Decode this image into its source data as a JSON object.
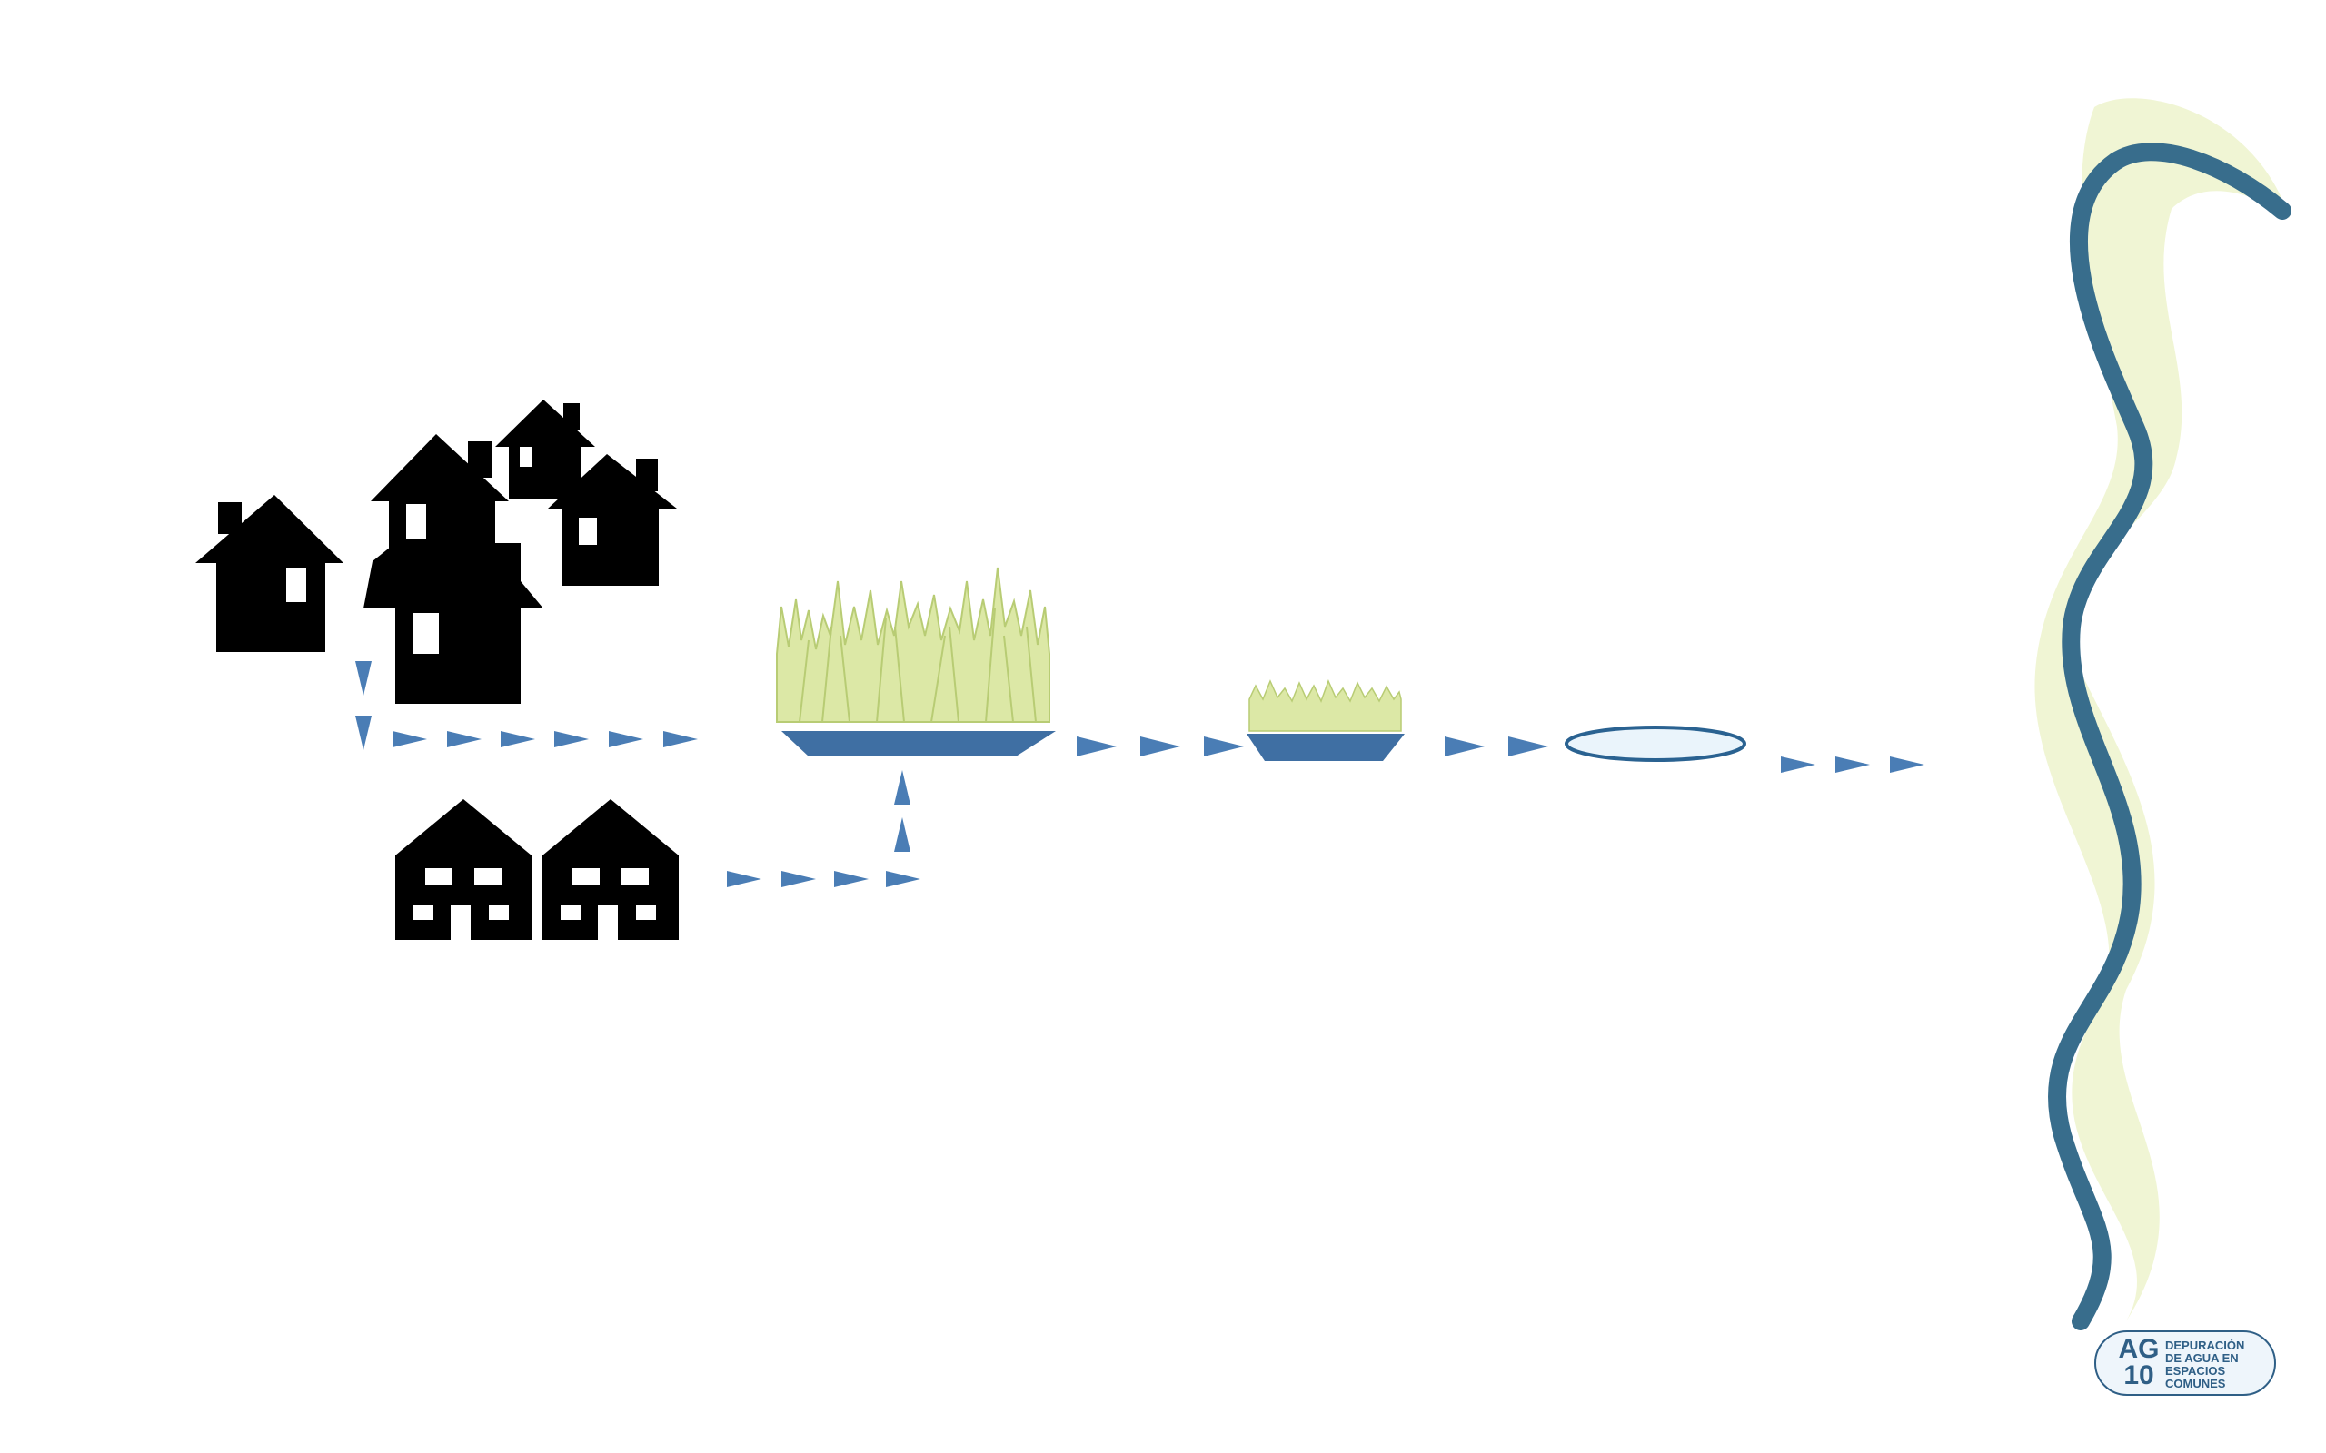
{
  "badge": {
    "code_line1": "AG",
    "code_line2": "10",
    "text_line1": "DEPURACIÓN",
    "text_line2": "DE AGUA EN",
    "text_line3": "ESPACIOS",
    "text_line4": "COMUNES"
  },
  "colors": {
    "house": "#000000",
    "arrow": "#4a7db5",
    "basin": "#3f6fa3",
    "reeds": "#dce8a6",
    "reeds_stroke": "#b8cc74",
    "pond_fill": "#eaf4fb",
    "pond_stroke": "#2a6291",
    "river": "#386d8c",
    "river_bank": "#f0f5d4"
  },
  "icons": [
    "house-icon",
    "row-house-icon",
    "reed-bed-icon",
    "pond-icon",
    "river-icon",
    "flow-arrow-icon"
  ]
}
